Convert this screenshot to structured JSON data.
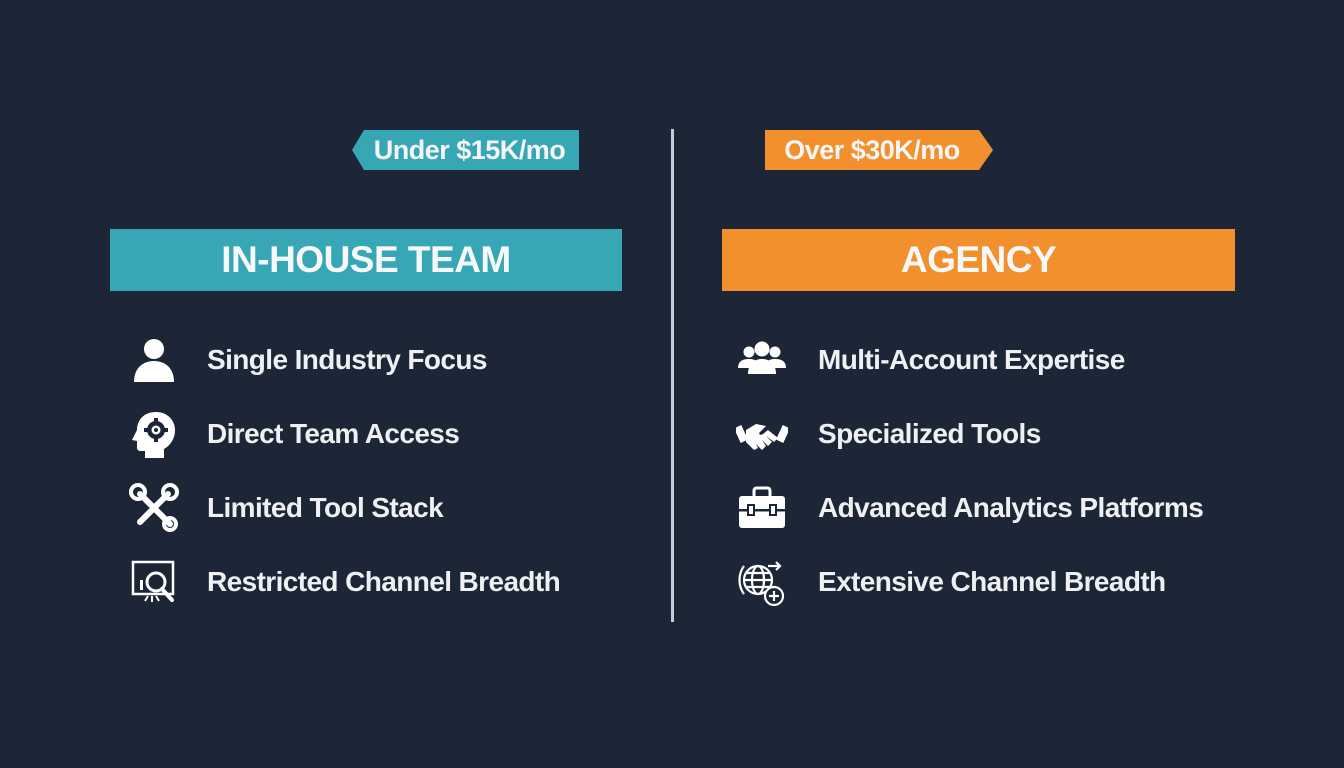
{
  "colors": {
    "background": "#1c2637",
    "in_house_accent": "#37a7b6",
    "agency_accent": "#f1902d",
    "text": "#ffffff",
    "divider": "#c9ced4"
  },
  "in_house": {
    "price_tag": "Under $15K/mo",
    "title": "IN-HOUSE TEAM",
    "items": [
      {
        "icon": "person-icon",
        "label": "Single Industry Focus"
      },
      {
        "icon": "head-gear-icon",
        "label": "Direct Team Access"
      },
      {
        "icon": "wrench-screwdriver-icon",
        "label": "Limited Tool Stack"
      },
      {
        "icon": "presentation-magnifier-icon",
        "label": "Restricted Channel Breadth"
      }
    ]
  },
  "agency": {
    "price_tag": "Over $30K/mo",
    "title": "AGENCY",
    "items": [
      {
        "icon": "group-icon",
        "label": "Multi-Account Expertise"
      },
      {
        "icon": "handshake-icon",
        "label": "Specialized Tools"
      },
      {
        "icon": "briefcase-icon",
        "label": "Advanced Analytics Platforms"
      },
      {
        "icon": "globe-plus-icon",
        "label": "Extensive Channel Breadth"
      }
    ]
  }
}
